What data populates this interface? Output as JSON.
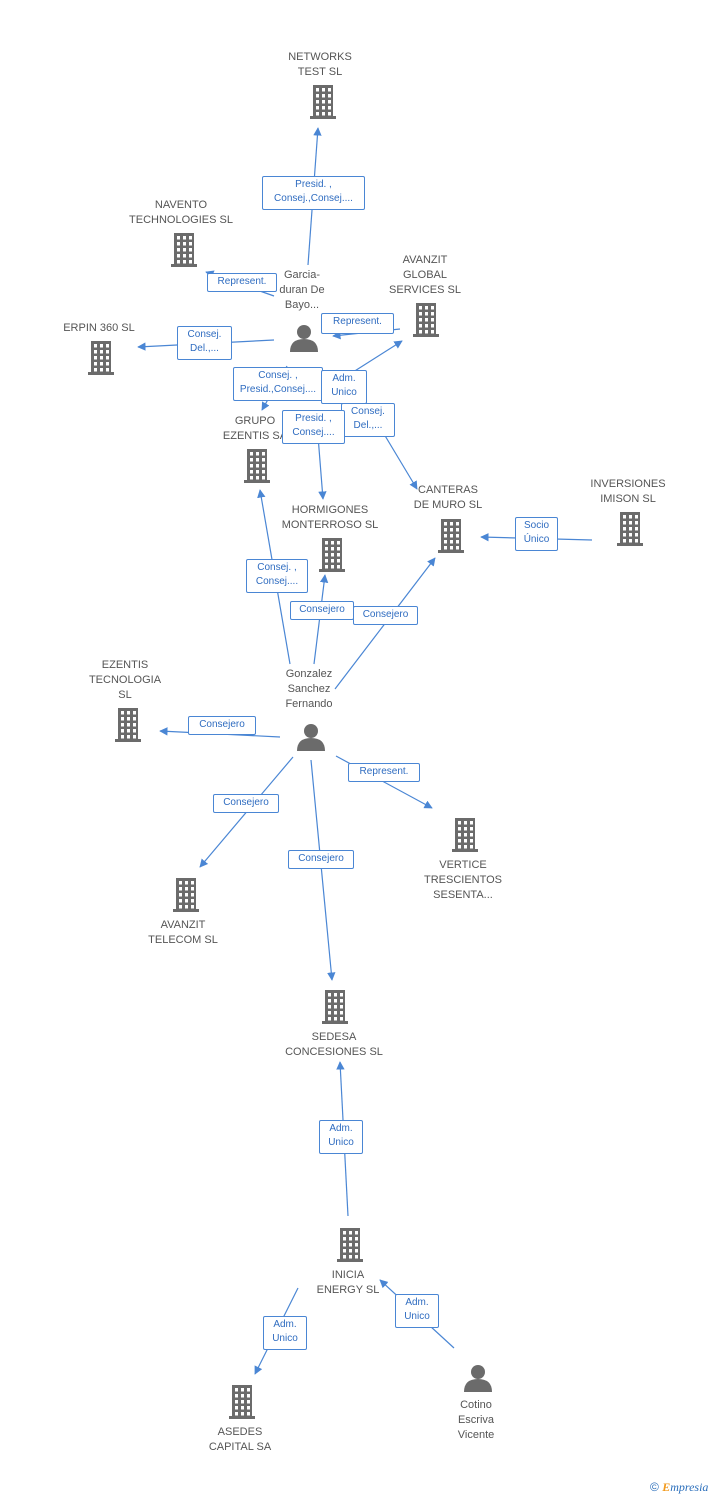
{
  "diagram": {
    "nodes": [
      {
        "id": "networks",
        "type": "company",
        "label": "NETWORKS\nTEST SL"
      },
      {
        "id": "navento",
        "type": "company",
        "label": "NAVENTO\nTECHNOLOGIES SL"
      },
      {
        "id": "garcia",
        "type": "person",
        "label": "Garcia-\nduran De\nBayo..."
      },
      {
        "id": "avanzit_global",
        "type": "company",
        "label": "AVANZIT\nGLOBAL\nSERVICES  SL"
      },
      {
        "id": "erpin",
        "type": "company",
        "label": "ERPIN 360  SL"
      },
      {
        "id": "grupo_ezentis",
        "type": "company",
        "label": "GRUPO\nEZENTIS SA"
      },
      {
        "id": "hormigones",
        "type": "company",
        "label": "HORMIGONES\nMONTERROSO SL"
      },
      {
        "id": "canteras",
        "type": "company",
        "label": "CANTERAS\nDE MURO SL"
      },
      {
        "id": "inversiones",
        "type": "company",
        "label": "INVERSIONES\nIMISON SL"
      },
      {
        "id": "ezentis_tec",
        "type": "company",
        "label": "EZENTIS\nTECNOLOGIA\nSL"
      },
      {
        "id": "gonzalez",
        "type": "person",
        "label": "Gonzalez\nSanchez\nFernando"
      },
      {
        "id": "avanzit_telecom",
        "type": "company",
        "label": "AVANZIT\nTELECOM SL"
      },
      {
        "id": "vertice",
        "type": "company",
        "label": "VERTICE\nTRESCIENTOS\nSESENTA..."
      },
      {
        "id": "sedesa",
        "type": "company",
        "label": "SEDESA\nCONCESIONES SL"
      },
      {
        "id": "inicia",
        "type": "company",
        "label": "INICIA\nENERGY  SL"
      },
      {
        "id": "asedes",
        "type": "company",
        "label": "ASEDES\nCAPITAL SA"
      },
      {
        "id": "cotino",
        "type": "person",
        "label": "Cotino\nEscriva\nVicente"
      }
    ],
    "edges": [
      {
        "id": "e1",
        "label": "Presid. ,\nConsej.,Consej...."
      },
      {
        "id": "e2",
        "label": "Represent."
      },
      {
        "id": "e3",
        "label": "Represent."
      },
      {
        "id": "e4",
        "label": "Consej.\nDel.,..."
      },
      {
        "id": "e5",
        "label": "Consej. ,\nPresid.,Consej...."
      },
      {
        "id": "e6",
        "label": "Adm.\nUnico"
      },
      {
        "id": "e7",
        "label": "Consej.\nDel.,..."
      },
      {
        "id": "e8",
        "label": "Presid. ,\nConsej...."
      },
      {
        "id": "e9",
        "label": "Socio\nÚnico"
      },
      {
        "id": "e10",
        "label": "Consej. ,\nConsej...."
      },
      {
        "id": "e11",
        "label": "Consejero"
      },
      {
        "id": "e12",
        "label": "Consejero"
      },
      {
        "id": "e13",
        "label": "Consejero"
      },
      {
        "id": "e14",
        "label": "Represent."
      },
      {
        "id": "e15",
        "label": "Consejero"
      },
      {
        "id": "e16",
        "label": "Consejero"
      },
      {
        "id": "e17",
        "label": "Adm.\nUnico"
      },
      {
        "id": "e18",
        "label": "Adm.\nUnico"
      },
      {
        "id": "e19",
        "label": "Adm.\nUnico"
      }
    ]
  },
  "footer": {
    "copyright": "©",
    "brand_initial": "E",
    "brand_rest": "mpresia"
  },
  "colors": {
    "edge": "#4a86d4",
    "icon": "#6b6b6b",
    "label": "#555555"
  }
}
